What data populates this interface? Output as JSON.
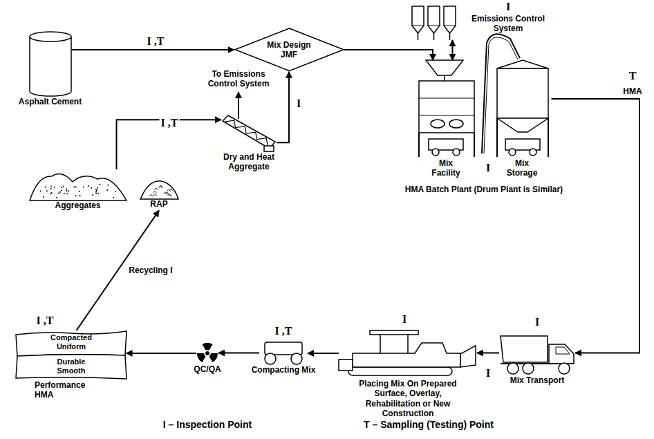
{
  "diagram": {
    "nodes": [
      {
        "text": [
          "Asphalt Cement"
        ]
      },
      {
        "text": [
          "Mix Design JMF"
        ]
      },
      {
        "text": [
          "Emissions Control System"
        ]
      },
      {
        "text": [
          "HMA Batch Plant (Drum Plant is Similar)"
        ]
      },
      {
        "text": [
          "Mix Facility"
        ],
        "in": 3
      },
      {
        "text": [
          "Mix Storage"
        ],
        "in": 3
      },
      {
        "text": [
          "Dry and Heat Aggregate"
        ]
      },
      {
        "text": [
          "Aggregates"
        ]
      },
      {
        "text": [
          "RAP"
        ]
      },
      {
        "text": [
          "Compacted Uniform",
          "Durable Smooth",
          "Performance HMA"
        ]
      },
      {
        "text": [
          "QC/QA"
        ]
      },
      {
        "text": [
          "Compacting Mix"
        ]
      },
      {
        "text": [
          "Placing Mix On Prepared Surface, Overlay, Rehabilitation or New Construction"
        ]
      },
      {
        "text": [
          "Mix Transport"
        ]
      }
    ],
    "edges": [
      {
        "from": 0,
        "to": 1,
        "arrow": "to",
        "label": "I ,T"
      },
      {
        "from": 7,
        "to": 6,
        "arrow": "to",
        "label": "I ,T"
      },
      {
        "from": 6,
        "to": 1,
        "arrow": "to",
        "label": "I"
      },
      {
        "from": 1,
        "to": 4,
        "arrow": "to"
      },
      {
        "from": 5,
        "to": 13,
        "arrow": "to",
        "label": "T"
      },
      {
        "from": 13,
        "to": 12,
        "arrow": "to"
      },
      {
        "from": 12,
        "to": 11,
        "arrow": "to"
      },
      {
        "from": 11,
        "to": 10,
        "arrow": "to"
      },
      {
        "from": 10,
        "to": 9,
        "arrow": "to"
      },
      {
        "from": 9,
        "to": 8,
        "arrow": "to",
        "label": "Recycling I"
      },
      {
        "from": 4,
        "to": 2,
        "arrow": "both"
      }
    ],
    "labels": [
      "To Emissions Control System",
      "I",
      "I",
      "HMA",
      "I",
      "I",
      "I",
      "I ,T",
      "I ,T",
      "I – Inspection Point",
      "T – Sampling (Testing) Point"
    ]
  }
}
